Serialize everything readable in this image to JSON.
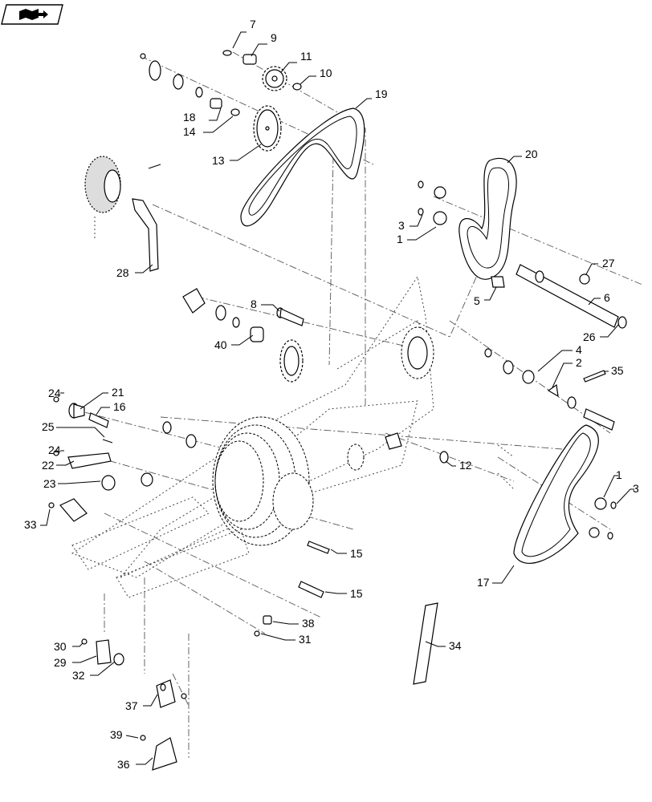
{
  "callouts": [
    {
      "id": "c7",
      "text": "7"
    },
    {
      "id": "c9",
      "text": "9"
    },
    {
      "id": "c11",
      "text": "11"
    },
    {
      "id": "c10",
      "text": "10"
    },
    {
      "id": "c19",
      "text": "19"
    },
    {
      "id": "c18",
      "text": "18"
    },
    {
      "id": "c14",
      "text": "14"
    },
    {
      "id": "c13",
      "text": "13"
    },
    {
      "id": "c20",
      "text": "20"
    },
    {
      "id": "c3a",
      "text": "3"
    },
    {
      "id": "c1a",
      "text": "1"
    },
    {
      "id": "c28",
      "text": "28"
    },
    {
      "id": "c27",
      "text": "27"
    },
    {
      "id": "c5",
      "text": "5"
    },
    {
      "id": "c6",
      "text": "6"
    },
    {
      "id": "c8",
      "text": "8"
    },
    {
      "id": "c26",
      "text": "26"
    },
    {
      "id": "c40",
      "text": "40"
    },
    {
      "id": "c4",
      "text": "4"
    },
    {
      "id": "c2",
      "text": "2"
    },
    {
      "id": "c35",
      "text": "35"
    },
    {
      "id": "c24a",
      "text": "24"
    },
    {
      "id": "c21",
      "text": "21"
    },
    {
      "id": "c16",
      "text": "16"
    },
    {
      "id": "c25",
      "text": "25"
    },
    {
      "id": "c24b",
      "text": "24"
    },
    {
      "id": "c22",
      "text": "22"
    },
    {
      "id": "c23",
      "text": "23"
    },
    {
      "id": "c12",
      "text": "12"
    },
    {
      "id": "c1b",
      "text": "1"
    },
    {
      "id": "c3b",
      "text": "3"
    },
    {
      "id": "c33",
      "text": "33"
    },
    {
      "id": "c15a",
      "text": "15"
    },
    {
      "id": "c17",
      "text": "17"
    },
    {
      "id": "c15b",
      "text": "15"
    },
    {
      "id": "c38",
      "text": "38"
    },
    {
      "id": "c31",
      "text": "31"
    },
    {
      "id": "c30",
      "text": "30"
    },
    {
      "id": "c29",
      "text": "29"
    },
    {
      "id": "c34",
      "text": "34"
    },
    {
      "id": "c32",
      "text": "32"
    },
    {
      "id": "c37",
      "text": "37"
    },
    {
      "id": "c39",
      "text": "39"
    },
    {
      "id": "c36",
      "text": "36"
    }
  ],
  "nav_icon": "book-arrow-icon"
}
